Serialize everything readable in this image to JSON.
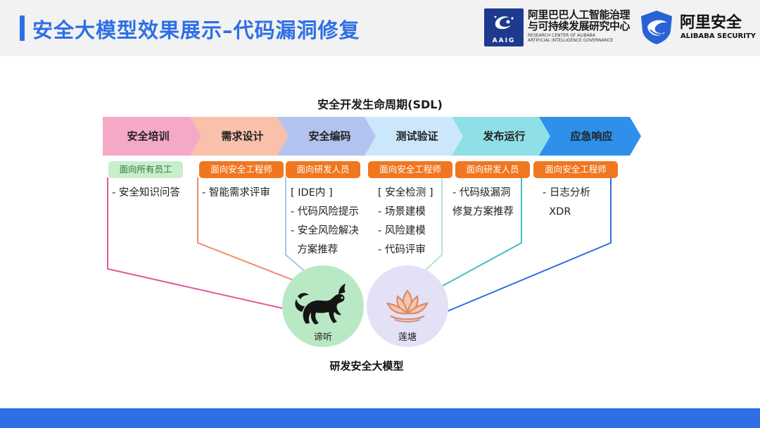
{
  "header": {
    "title": "安全大模型效果展示–代码漏洞修复",
    "accent_color": "#2f6fe6",
    "aaig": {
      "logo_text": "AAIG",
      "name_line1": "阿里巴巴人工智能治理",
      "name_line2": "与可持续发展研究中心",
      "en_line1": "RESEARCH CENTER OF ALIBABA",
      "en_line2": "ARTIFICIAL INTELLIGENCE GOVERNANCE"
    },
    "alibaba_security": {
      "name_cn": "阿里安全",
      "name_en": "ALIBABA SECURITY"
    }
  },
  "sdl": {
    "title": "安全开发生命周期(SDL)",
    "stages": [
      {
        "name": "安全培训",
        "color": "#f5a9c7",
        "line_color": "#e2579c",
        "audience": "面向所有员工",
        "audience_style": "green",
        "items": [
          "- 安全知识问答"
        ]
      },
      {
        "name": "需求设计",
        "color": "#f9c0aa",
        "line_color": "#f28a6b",
        "audience": "面向安全工程师",
        "audience_style": "orange",
        "items": [
          "- 智能需求评审"
        ]
      },
      {
        "name": "安全编码",
        "color": "#b3c3ef",
        "line_color": "#a8c4ee",
        "audience": "面向研发人员",
        "audience_style": "orange",
        "items": [
          "[ IDE内 ]",
          "- 代码风险提示",
          "- 安全风险解决",
          "  方案推荐"
        ]
      },
      {
        "name": "测试验证",
        "color": "#cce7fb",
        "line_color": "#b5e6c2",
        "audience": "面向安全工程师",
        "audience_style": "orange",
        "items": [
          "[ 安全检测 ]",
          "- 场景建模",
          "- 风险建模",
          "- 代码评审"
        ]
      },
      {
        "name": "发布运行",
        "color": "#8fe0e6",
        "line_color": "#40c0c0",
        "audience": "面向研发人员",
        "audience_style": "orange",
        "items": [
          "- 代码级漏洞",
          "修复方案推荐"
        ]
      },
      {
        "name": "应急响应",
        "color": "#2e90ea",
        "line_color": "#2d6ee0",
        "audience": "面向安全工程师",
        "audience_style": "orange",
        "items": [
          "- 日志分析",
          "  XDR"
        ]
      }
    ]
  },
  "models": {
    "title": "研发安全大模型",
    "items": [
      {
        "name": "谛听",
        "icon": "qilin-icon",
        "color": "#b9e9c4"
      },
      {
        "name": "莲塘",
        "icon": "lotus-icon",
        "color": "#e3e1f5"
      }
    ]
  },
  "footer": {
    "color": "#2f6fe6"
  }
}
